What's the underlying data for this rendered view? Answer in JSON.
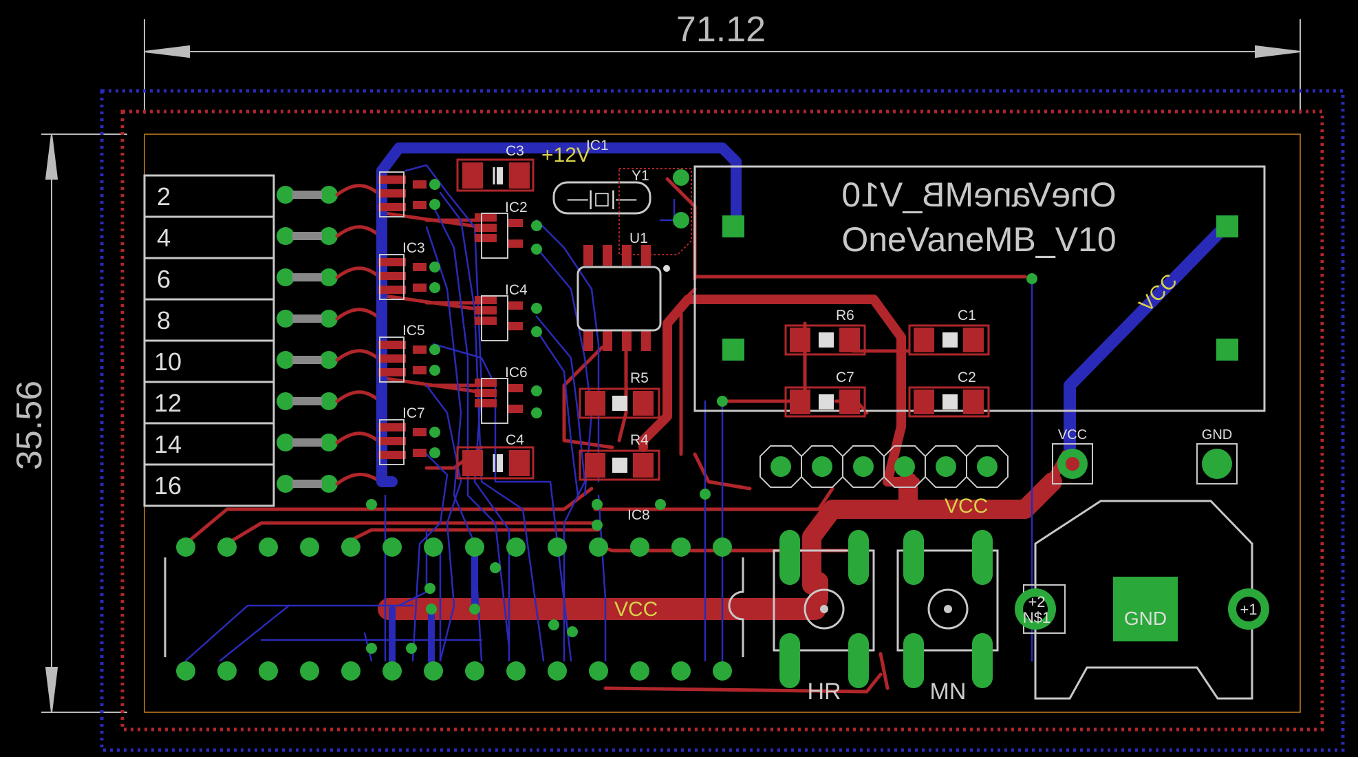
{
  "board": {
    "title": "OneVaneMB_V10",
    "title_mirrored": "OneVaneMB_V10"
  },
  "dimensions": {
    "width_label": "71.12",
    "height_label": "35.56"
  },
  "connector_numbers": [
    "2",
    "4",
    "6",
    "8",
    "10",
    "12",
    "14",
    "16"
  ],
  "component_labels": {
    "ic1": "IC1",
    "ic2": "IC2",
    "ic3": "IC3",
    "ic4": "IC4",
    "ic5": "IC5",
    "ic6": "IC6",
    "ic7": "IC7",
    "ic8": "IC8",
    "u1": "U1",
    "y1": "Y1",
    "c1": "C1",
    "c2": "C2",
    "c3": "C3",
    "c4": "C4",
    "c7": "C7",
    "r4": "R4",
    "r5": "R5",
    "r6": "R6",
    "hr": "HR",
    "mn": "MN"
  },
  "net_labels": {
    "plus12v": "+12V",
    "vcc": "VCC",
    "gnd": "GND",
    "vcc_pad": "VCC",
    "gnd_pad": "GND",
    "bat_plus2": "+2",
    "bat_ns1": "N$1",
    "bat_plus1": "+1",
    "bat_gnd": "GND"
  },
  "colors": {
    "background": "#000000",
    "top_copper": "#b0262a",
    "bottom_copper": "#2a2ab8",
    "pad": "#2aa83a",
    "silkscreen": "#c8c8c8",
    "outline": "#d28a2a",
    "text_yellow": "#d8d24a"
  }
}
